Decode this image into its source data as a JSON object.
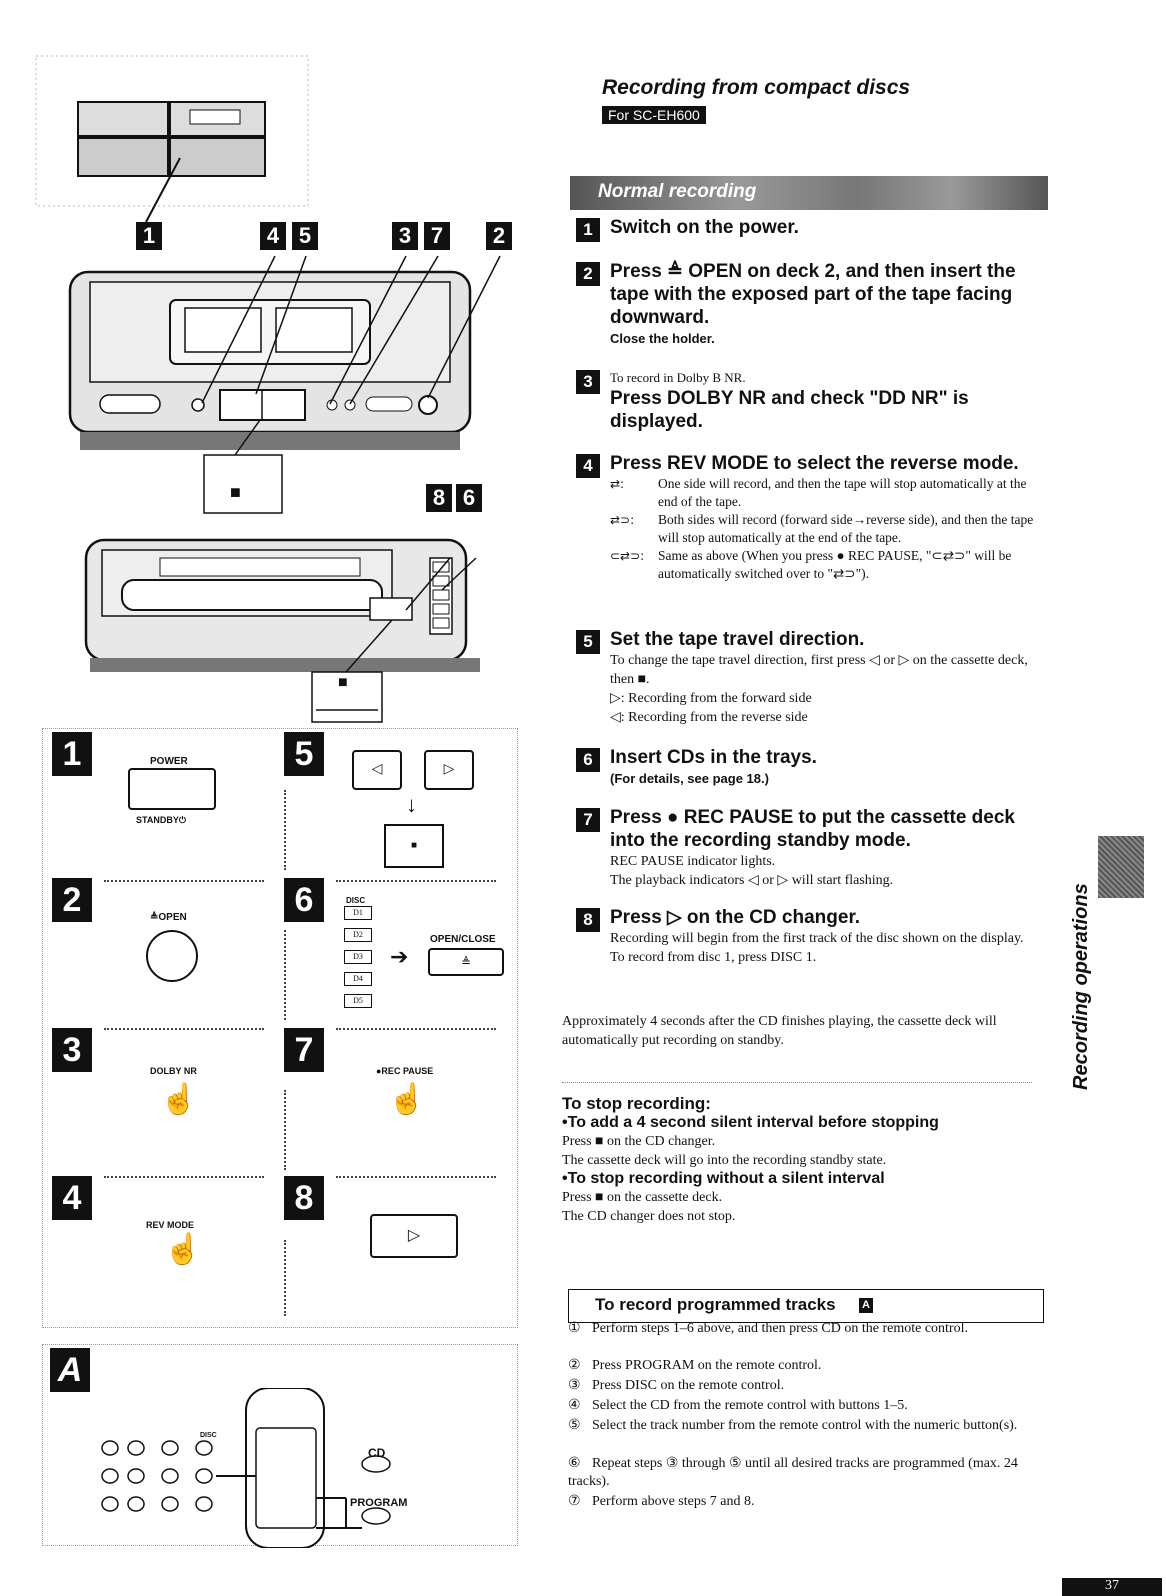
{
  "header": {
    "title": "Recording from compact discs",
    "model_badge": "For SC-EH600",
    "banner": "Normal recording"
  },
  "figure": {
    "callouts_deck": [
      "1",
      "4",
      "5",
      "3",
      "7",
      "2"
    ],
    "callouts_changer": [
      "8",
      "6"
    ],
    "stop_symbol": "■",
    "disc_buttons": [
      "D1",
      "D2",
      "D3",
      "D4",
      "D5"
    ]
  },
  "panels": [
    {
      "num": "1",
      "label": "POWER",
      "sub": "STANDBY⏻"
    },
    {
      "num": "5",
      "label": "",
      "sub": ""
    },
    {
      "num": "2",
      "label": "≜OPEN",
      "sub": ""
    },
    {
      "num": "6",
      "label": "OPEN/CLOSE",
      "sub": "DISC"
    },
    {
      "num": "3",
      "label": "DOLBY NR",
      "sub": ""
    },
    {
      "num": "7",
      "label": "●REC PAUSE",
      "sub": ""
    },
    {
      "num": "4",
      "label": "REV MODE",
      "sub": ""
    },
    {
      "num": "8",
      "label": "",
      "sub": ""
    }
  ],
  "remote": {
    "panel_letter": "A",
    "disc_label": "DISC",
    "cd_label": "CD",
    "program_label": "PROGRAM"
  },
  "steps": [
    {
      "num": "1",
      "heading": "Switch on the power."
    },
    {
      "num": "2",
      "heading": "Press ≜ OPEN on deck 2, and then insert the tape with the exposed part of the tape facing downward.",
      "note": "Close the holder."
    },
    {
      "num": "3",
      "pre": "To record in Dolby B NR.",
      "heading": "Press DOLBY NR and check \"DD NR\" is displayed."
    },
    {
      "num": "4",
      "heading": "Press REV MODE to select the reverse mode.",
      "options": [
        {
          "key": "⇄:",
          "text": "One side will record, and then the tape will stop automatically at the end of the tape."
        },
        {
          "key": "⇄⊃:",
          "text": "Both sides will record (forward side→reverse side), and then the tape will stop automatically at the end of the tape."
        },
        {
          "key": "⊂⇄⊃:",
          "text": "Same as above (When you press ● REC PAUSE, \"⊂⇄⊃\" will be automatically switched over to \"⇄⊃\")."
        }
      ]
    },
    {
      "num": "5",
      "heading": "Set the tape travel direction.",
      "text": "To change the tape travel direction, first press ◁ or ▷ on the cassette deck, then ■.",
      "lines": [
        "▷: Recording from the forward side",
        "◁: Recording from the reverse side"
      ]
    },
    {
      "num": "6",
      "heading": "Insert CDs in the trays.",
      "note": "(For details, see page 18.)"
    },
    {
      "num": "7",
      "heading": "Press ● REC PAUSE to put the cassette deck into the recording standby mode.",
      "lines": [
        "REC PAUSE indicator lights.",
        "The playback indicators ◁ or ▷ will start flashing."
      ]
    },
    {
      "num": "8",
      "heading": "Press ▷ on the CD changer.",
      "lines": [
        "Recording will begin from the first track of the disc shown on the display.",
        "To record from disc 1, press DISC 1."
      ]
    }
  ],
  "after_note": "Approximately 4 seconds after the CD finishes playing, the cassette deck will automatically put recording on standby.",
  "stop_section": {
    "title": "To stop recording:",
    "a_heading": "•To add a 4 second silent interval before stopping",
    "a_line1": "Press ■ on the CD changer.",
    "a_line2": "The cassette deck will go into the recording standby state.",
    "b_heading": "•To stop recording without a silent interval",
    "b_line1": "Press ■ on the cassette deck.",
    "b_line2": "The CD changer does not stop."
  },
  "programmed": {
    "title": "To record programmed tracks",
    "title_ref": "A",
    "items": [
      {
        "c": "①",
        "t": "Perform steps 1–6 above, and then press CD on the remote control."
      },
      {
        "c": "②",
        "t": "Press PROGRAM on the remote control."
      },
      {
        "c": "③",
        "t": "Press DISC on the remote control."
      },
      {
        "c": "④",
        "t": "Select the CD from the remote control with buttons 1–5."
      },
      {
        "c": "⑤",
        "t": "Select the track number from the remote control with the numeric button(s)."
      },
      {
        "c": "⑥",
        "t": "Repeat steps ③ through ⑤ until all desired tracks are programmed (max. 24 tracks)."
      },
      {
        "c": "⑦",
        "t": "Perform above steps 7 and 8."
      }
    ]
  },
  "side_tab": "Recording operations",
  "page_number": "37"
}
